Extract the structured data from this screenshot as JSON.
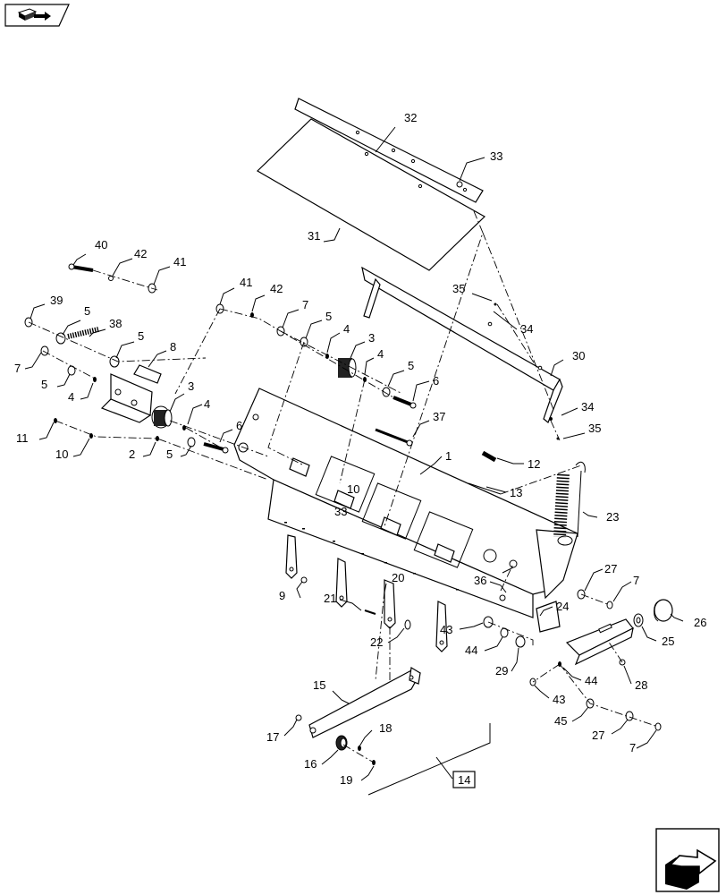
{
  "callouts": {
    "c1": "1",
    "c2": "2",
    "c3a": "3",
    "c3b": "3",
    "c4a": "4",
    "c4b": "4",
    "c4c": "4",
    "c4d": "4",
    "c5a": "5",
    "c5b": "5",
    "c5c": "5",
    "c5d": "5",
    "c5e": "5",
    "c5f": "5",
    "c6a": "6",
    "c6b": "6",
    "c7a": "7",
    "c7b": "7",
    "c7c": "7",
    "c7d": "7",
    "c8": "8",
    "c9": "9",
    "c10a": "10",
    "c10b": "10",
    "c11": "11",
    "c12": "12",
    "c13": "13",
    "c15": "15",
    "c16": "16",
    "c17": "17",
    "c18": "18",
    "c19": "19",
    "c20": "20",
    "c21": "21",
    "c22": "22",
    "c23": "23",
    "c24": "24",
    "c25": "25",
    "c26": "26",
    "c27a": "27",
    "c27b": "27",
    "c28": "28",
    "c29": "29",
    "c30": "30",
    "c31": "31",
    "c32": "32",
    "c33a": "33",
    "c33b": "33",
    "c34a": "34",
    "c34b": "34",
    "c35a": "35",
    "c35b": "35",
    "c36": "36",
    "c37": "37",
    "c38": "38",
    "c39": "39",
    "c40": "40",
    "c41a": "41",
    "c41b": "41",
    "c42a": "42",
    "c42b": "42",
    "c43a": "43",
    "c43b": "43",
    "c44a": "44",
    "c44b": "44",
    "c45": "45",
    "c14": "14"
  },
  "icons": {
    "top_left": "exploded-view-icon",
    "bottom_right": "next-page-arrow-icon"
  }
}
